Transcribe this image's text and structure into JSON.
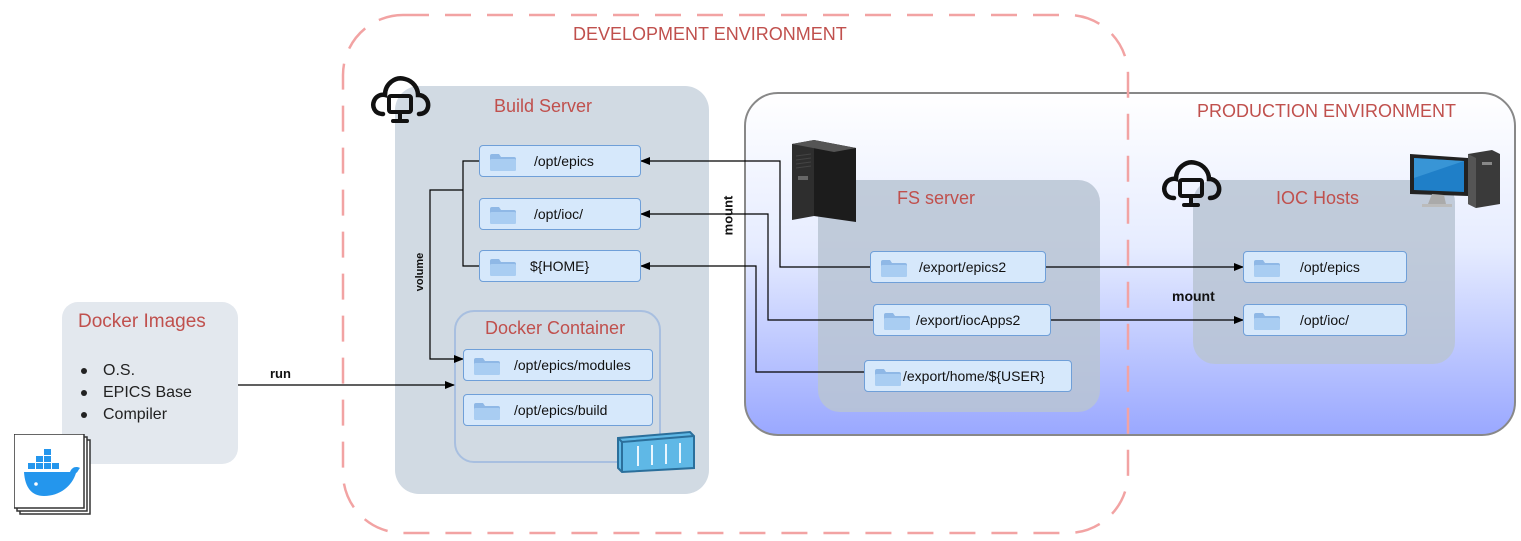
{
  "environments": {
    "development_title": "DEVELOPMENT ENVIRONMENT",
    "production_title": "PRODUCTION ENVIRONMENT"
  },
  "docker_images": {
    "title": "Docker Images",
    "items": [
      "O.S.",
      "EPICS Base",
      "Compiler"
    ]
  },
  "build_server": {
    "title": "Build Server",
    "folders": [
      "/opt/epics",
      "/opt/ioc/",
      "${HOME}"
    ]
  },
  "docker_container": {
    "title": "Docker Container",
    "folders": [
      "/opt/epics/modules",
      "/opt/epics/build"
    ]
  },
  "fs_server": {
    "title": "FS server",
    "folders": [
      "/export/epics2",
      "/export/iocApps2",
      "/export/home/${USER}"
    ]
  },
  "ioc_hosts": {
    "title": "IOC Hosts",
    "folders": [
      "/opt/epics",
      "/opt/ioc/"
    ]
  },
  "edge_labels": {
    "run": "run",
    "volume": "volume",
    "mount_vertical": "mount",
    "mount_horizontal": "mount"
  },
  "icons": [
    "cloud-monitor-icon",
    "folder-icon",
    "server-tower-icon",
    "desktop-computer-icon",
    "shipping-container-icon",
    "docker-whale-icon"
  ],
  "colors": {
    "title_red": "#c0504d",
    "dev_dashed_border": "#f2a3a3",
    "panel_grey": "#c9d3de",
    "folder_fill": "#d6e8fb",
    "folder_border": "#6f9fd8",
    "container_blue": "#5fb8e6",
    "docker_blue": "#2496ed"
  }
}
